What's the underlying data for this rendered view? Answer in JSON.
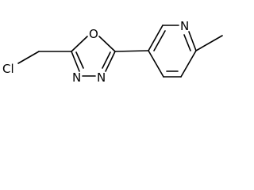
{
  "molecule": {
    "atoms": {
      "chlorine": "Cl",
      "ring_oxygen": "O",
      "triazole_n3": "N",
      "triazole_n4": "N",
      "pyridine_n": "N"
    }
  }
}
